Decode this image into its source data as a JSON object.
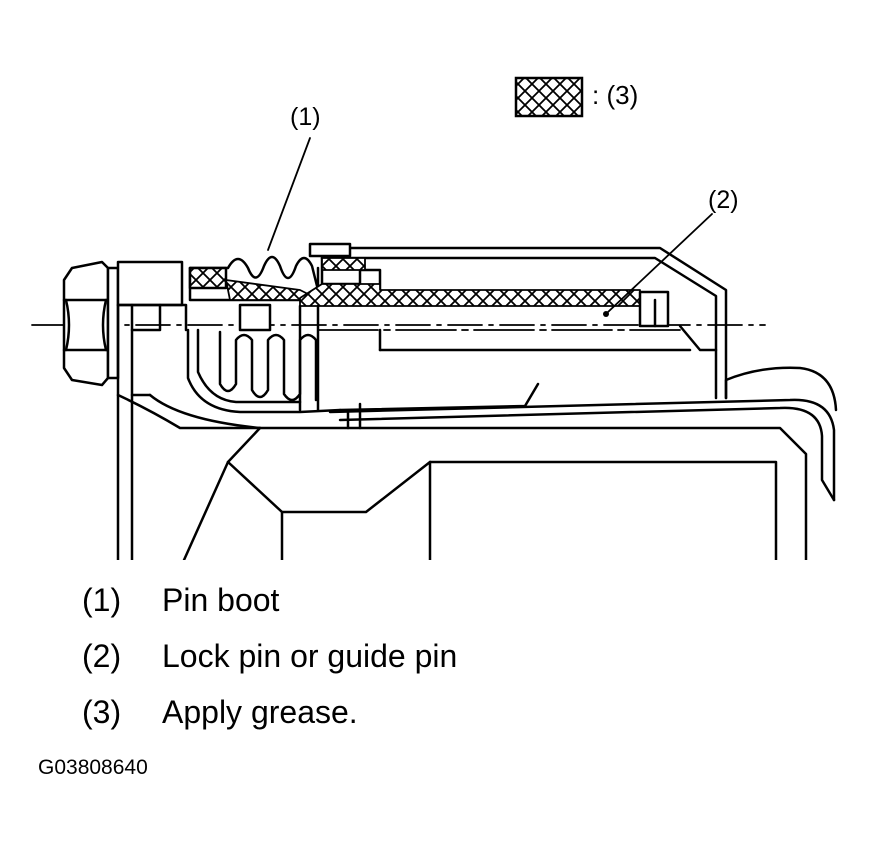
{
  "callouts": {
    "c1": "(1)",
    "c2": "(2)"
  },
  "grease_key": {
    "label": ": (3)",
    "icon": "crosshatch-swatch-icon"
  },
  "legend": {
    "items": [
      {
        "number": "(1)",
        "text": "Pin boot"
      },
      {
        "number": "(2)",
        "text": "Lock pin or guide pin"
      },
      {
        "number": "(3)",
        "text": "Apply grease."
      }
    ]
  },
  "figure_id": "G03808640",
  "colors": {
    "line": "#000000",
    "background": "#ffffff"
  }
}
